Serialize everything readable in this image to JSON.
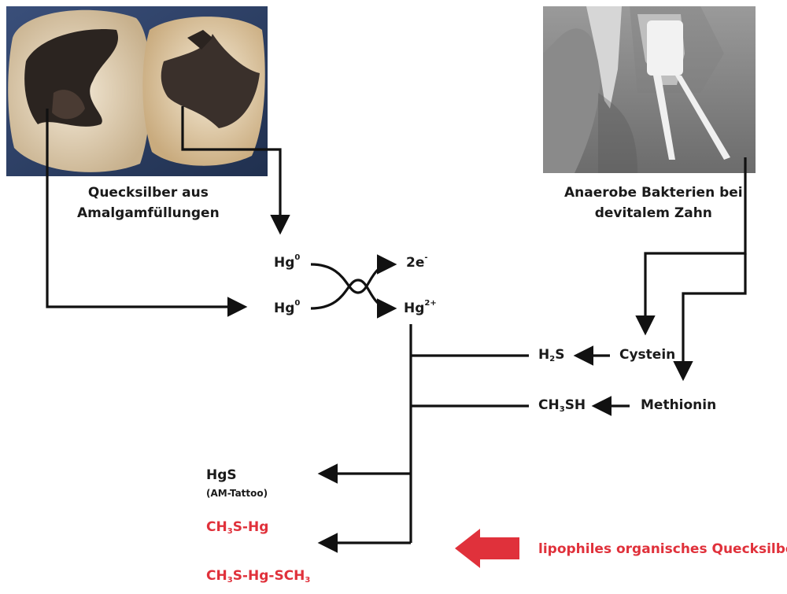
{
  "images": {
    "teeth_photo": {
      "caption_line1": "Quecksilber aus",
      "caption_line2": "Amalgamfüllungen"
    },
    "xray_photo": {
      "caption_line1": "Anaerobe Bakterien bei",
      "caption_line2": "devitalem Zahn"
    }
  },
  "nodes": {
    "hg0_top": {
      "base": "Hg",
      "sup": "0"
    },
    "hg0_bottom": {
      "base": "Hg",
      "sup": "0"
    },
    "electrons": {
      "base": "2e",
      "sup": "-"
    },
    "hg2plus": {
      "base": "Hg",
      "sup": "2+"
    },
    "h2s": {
      "pre": "H",
      "sub": "2",
      "post": "S"
    },
    "cysteine": "Cystein",
    "ch3sh": {
      "pre": "CH",
      "sub": "3",
      "post": "SH"
    },
    "methionine": "Methionin",
    "hgs": "HgS",
    "hgs_note": "(AM-Tattoo)",
    "ch3shg": {
      "pre": "CH",
      "sub": "3",
      "post": "S-Hg"
    },
    "ch3shgsch3": {
      "pre": "CH",
      "sub": "3",
      "mid": "S-Hg-SCH",
      "sub2": "3"
    },
    "lipophilic_label": "lipophiles organisches Quecksilber"
  },
  "colors": {
    "line": "#111111",
    "accent_red": "#e0313b",
    "text": "#1a1a1a"
  }
}
